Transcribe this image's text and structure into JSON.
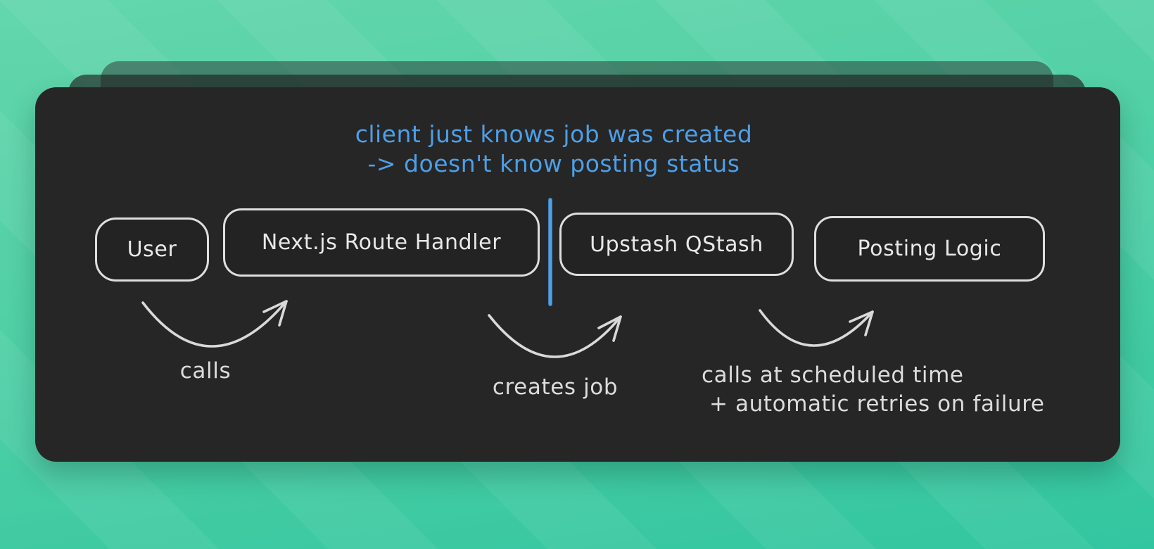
{
  "diagram": {
    "annotation": {
      "line1": "client just knows job was created",
      "line2": "-> doesn't know posting status"
    },
    "nodes": [
      {
        "id": "user",
        "label": "User"
      },
      {
        "id": "route-handler",
        "label": "Next.js Route Handler"
      },
      {
        "id": "qstash",
        "label": "Upstash QStash"
      },
      {
        "id": "posting-logic",
        "label": "Posting Logic"
      }
    ],
    "edge_labels": {
      "calls": "calls",
      "creates_job": "creates job",
      "scheduled_line1": "calls at scheduled time",
      "scheduled_line2": "+ automatic retries on failure"
    },
    "colors": {
      "background_top": "#63d6ac",
      "background_bottom": "#32c6a0",
      "main_card": "#262626",
      "node_fill": "#232323",
      "stroke": "#dedede",
      "text": "#e8e8e8",
      "accent_blue": "#4d9fe8"
    }
  }
}
